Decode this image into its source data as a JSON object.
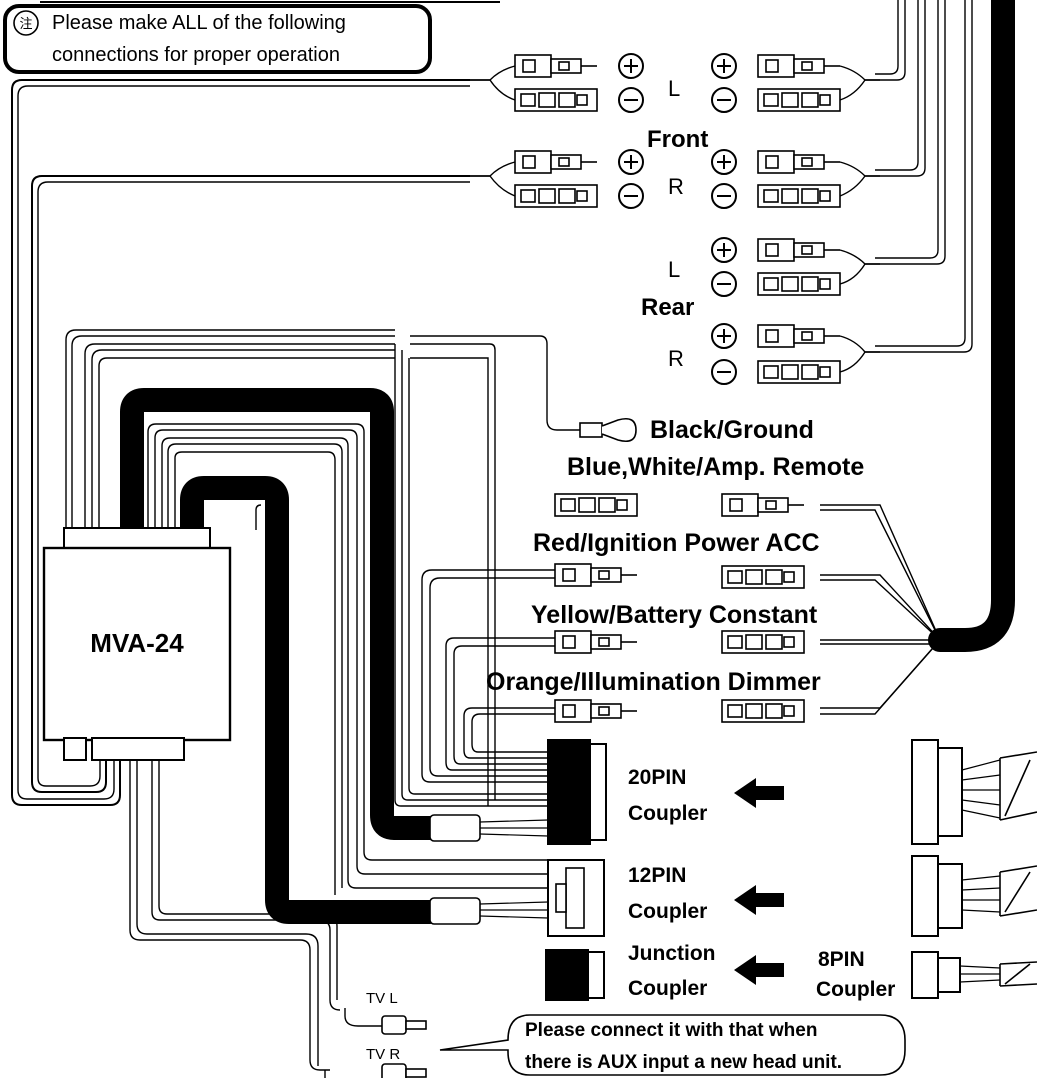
{
  "note": {
    "icon": "caution-icon",
    "icon_glyph": "注",
    "line1": "Please make ALL of the following",
    "line2": "connections for proper operation"
  },
  "speakers": {
    "front": "Front",
    "rear": "Rear",
    "left": "L",
    "right": "R",
    "plus": "+",
    "minus": "−"
  },
  "wires": {
    "ground": "Black/Ground",
    "amp_remote": "Blue,White/Amp. Remote",
    "ignition": "Red/Ignition Power ACC",
    "battery": "Yellow/Battery Constant",
    "dimmer": "Orange/Illumination Dimmer"
  },
  "module": {
    "name": "MVA-24"
  },
  "couplers": {
    "pin20_line1": "20PIN",
    "pin20_line2": "Coupler",
    "pin12_line1": "12PIN",
    "pin12_line2": "Coupler",
    "junction_line1": "Junction",
    "junction_line2": "Coupler",
    "pin8_line1": "8PIN",
    "pin8_line2": "Coupler"
  },
  "tv": {
    "left": "TV L",
    "right": "TV R"
  },
  "aux_note": {
    "line1": "Please connect it with that when",
    "line2": "there is AUX input a new head unit."
  },
  "colors": {
    "ink": "#000000",
    "paper": "#ffffff"
  }
}
